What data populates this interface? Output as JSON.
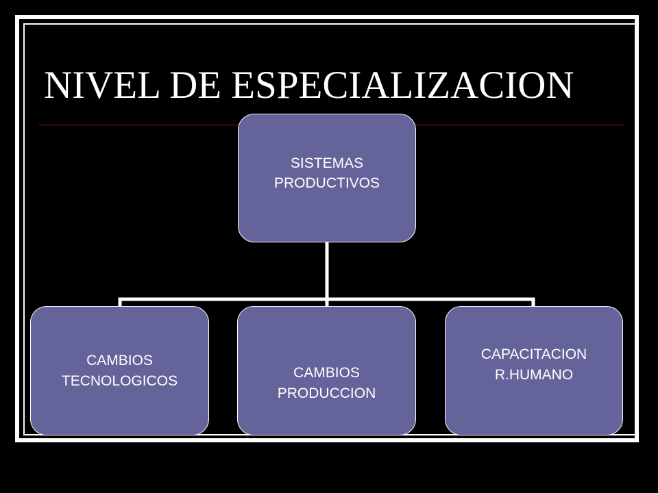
{
  "slide": {
    "title": "NIVEL DE ESPECIALIZACION"
  },
  "diagram": {
    "root": {
      "line1": "SISTEMAS",
      "line2": "PRODUCTIVOS"
    },
    "children": [
      {
        "line1": "CAMBIOS",
        "line2": "TECNOLOGICOS"
      },
      {
        "line1": "CAMBIOS",
        "line2": "PRODUCCION"
      },
      {
        "line1": "CAPACITACION",
        "line2": "R.HUMANO"
      }
    ]
  },
  "colors": {
    "background": "#000000",
    "frame": "#ffffff",
    "node_fill": "#64649a",
    "node_text": "#ffffff",
    "title_rule": "#8b1a1a"
  }
}
